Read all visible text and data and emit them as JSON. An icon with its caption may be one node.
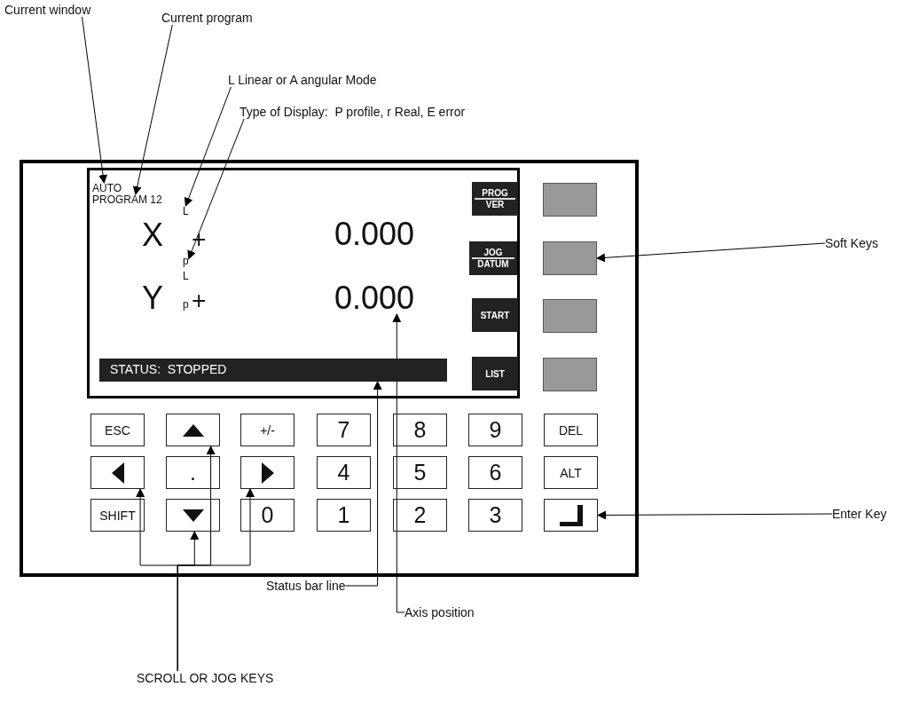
{
  "diagram": {
    "nodes": [
      {
        "text": [
          "Current window"
        ]
      },
      {
        "text": [
          "Current program"
        ]
      },
      {
        "text": [
          "L Linear or A angular Mode"
        ]
      },
      {
        "text": [
          "Type of Display:  P profile, r Real, E error"
        ]
      },
      {
        "text": [
          "Soft Keys"
        ]
      },
      {
        "text": [
          "Enter Key"
        ]
      },
      {
        "text": [
          "Status bar line"
        ]
      },
      {
        "text": [
          "Axis position"
        ]
      },
      {
        "text": [
          "SCROLL OR JOG KEYS"
        ]
      },
      {
        "text": [],
        "shape": "box"
      },
      {
        "text": [],
        "shape": "box",
        "in": 9
      },
      {
        "text": [
          "AUTO"
        ],
        "in": 10
      },
      {
        "text": [
          "PROGRAM 12"
        ],
        "in": 10
      },
      {
        "text": [
          "X"
        ],
        "in": 10
      },
      {
        "text": [
          "L"
        ],
        "in": 10
      },
      {
        "text": [
          "p"
        ],
        "in": 10
      },
      {
        "text": [
          "+"
        ],
        "in": 10
      },
      {
        "text": [
          "0.000"
        ],
        "in": 10
      },
      {
        "text": [
          "Y"
        ],
        "in": 10
      },
      {
        "text": [
          "L"
        ],
        "in": 10
      },
      {
        "text": [
          "p"
        ],
        "in": 10
      },
      {
        "text": [
          "+"
        ],
        "in": 10
      },
      {
        "text": [
          "0.000"
        ],
        "in": 10
      },
      {
        "text": [
          "STATUS:  STOPPED"
        ],
        "in": 10
      },
      {
        "text": [
          "PROG VER"
        ],
        "in": 10
      },
      {
        "text": [
          "JOG DATUM"
        ],
        "in": 10
      },
      {
        "text": [
          "START"
        ],
        "in": 10
      },
      {
        "text": [
          "LIST"
        ],
        "in": 10
      },
      {
        "text": [],
        "shape": "box",
        "in": 9
      },
      {
        "text": [],
        "shape": "box",
        "in": 9
      },
      {
        "text": [],
        "shape": "box",
        "in": 9
      },
      {
        "text": [],
        "shape": "box",
        "in": 9
      },
      {
        "text": [
          "ESC"
        ],
        "in": 9
      },
      {
        "text": [],
        "shape": "box",
        "in": 9
      },
      {
        "text": [
          "+/-"
        ],
        "in": 9
      },
      {
        "text": [
          "7"
        ],
        "in": 9
      },
      {
        "text": [
          "8"
        ],
        "in": 9
      },
      {
        "text": [
          "9"
        ],
        "in": 9
      },
      {
        "text": [
          "DEL"
        ],
        "in": 9
      },
      {
        "text": [],
        "shape": "box",
        "in": 9
      },
      {
        "text": [
          "."
        ],
        "in": 9
      },
      {
        "text": [],
        "shape": "box",
        "in": 9
      },
      {
        "text": [
          "4"
        ],
        "in": 9
      },
      {
        "text": [
          "5"
        ],
        "in": 9
      },
      {
        "text": [
          "6"
        ],
        "in": 9
      },
      {
        "text": [
          "ALT"
        ],
        "in": 9
      },
      {
        "text": [
          "SHIFT"
        ],
        "in": 9
      },
      {
        "text": [],
        "shape": "box",
        "in": 9
      },
      {
        "text": [
          "0"
        ],
        "in": 9
      },
      {
        "text": [
          "1"
        ],
        "in": 9
      },
      {
        "text": [
          "2"
        ],
        "in": 9
      },
      {
        "text": [
          "3"
        ],
        "in": 9
      },
      {
        "text": [],
        "shape": "box",
        "in": 9
      }
    ],
    "edges": [
      {
        "from": 0,
        "to": 11,
        "arrow": "to"
      },
      {
        "from": 1,
        "to": 12,
        "arrow": "to"
      },
      {
        "from": 2,
        "to": 14,
        "arrow": "to"
      },
      {
        "from": 3,
        "to": 15,
        "arrow": "to"
      },
      {
        "from": 4,
        "to": 29,
        "arrow": "to"
      },
      {
        "from": 5,
        "to": 52,
        "arrow": "to"
      },
      {
        "from": 6,
        "to": 23,
        "arrow": "to"
      },
      {
        "from": 7,
        "to": 22,
        "arrow": "to"
      },
      {
        "from": 8,
        "to": 39,
        "arrow": "to"
      },
      {
        "from": 8,
        "to": 47,
        "arrow": "to"
      },
      {
        "from": 8,
        "to": 33,
        "arrow": "to"
      },
      {
        "from": 8,
        "to": 41,
        "arrow": "to"
      }
    ]
  }
}
